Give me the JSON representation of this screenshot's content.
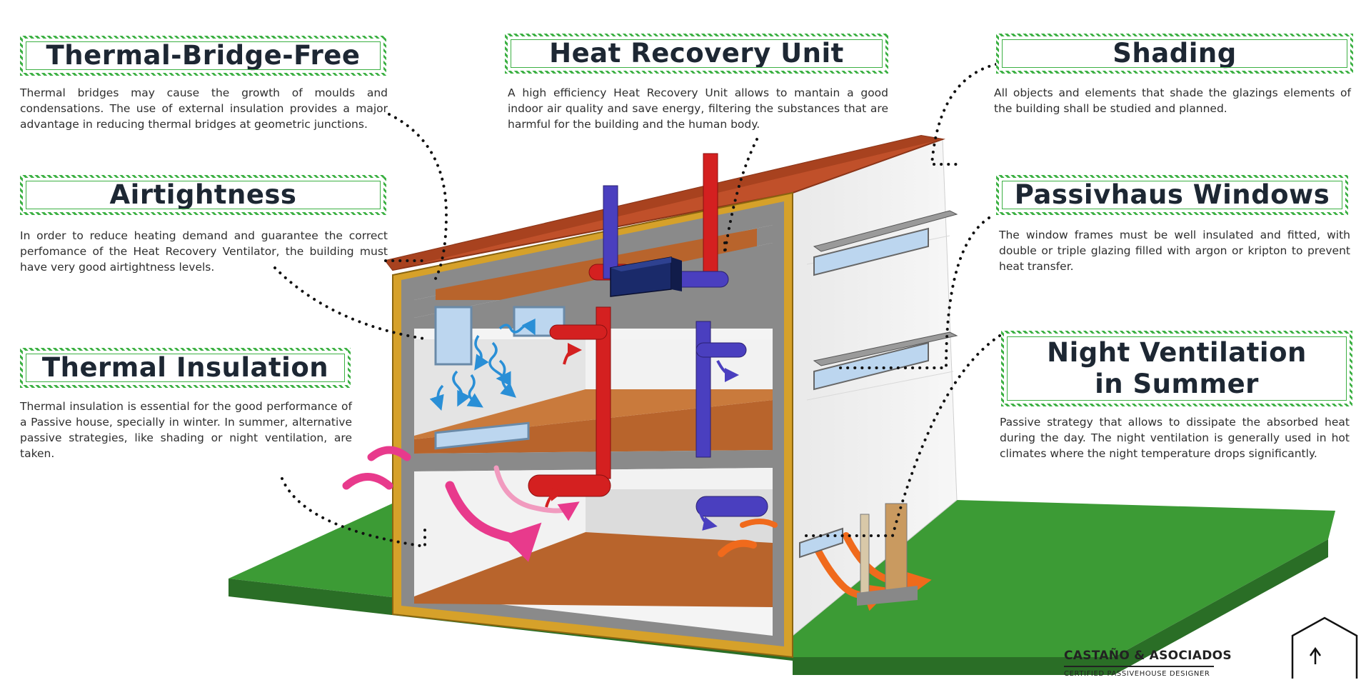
{
  "labels": {
    "thermal_bridge": {
      "title": "Thermal-Bridge-Free",
      "text": "Thermal bridges may cause the growth of moulds and condensations. The use of external insulation provides a major advantage in reducing thermal bridges at geometric junctions."
    },
    "airtightness": {
      "title": "Airtightness",
      "text": "In order to reduce heating demand and guarantee the correct perfomance of the Heat Recovery Ventilator, the building must have very good airtightness levels."
    },
    "thermal_insulation": {
      "title": "Thermal Insulation",
      "text": "Thermal insulation is essential for the good performance of a Passive house, specially in winter. In summer, alternative passive strategies, like shading or night ventilation, are taken."
    },
    "heat_recovery": {
      "title": "Heat Recovery Unit",
      "text": "A high efficiency Heat Recovery Unit allows to mantain a good indoor air quality and save energy, filtering the substances that are harmful for the building and the human body."
    },
    "shading": {
      "title": "Shading",
      "text": "All objects and elements that shade the glazings elements of the building shall be studied and planned."
    },
    "windows": {
      "title": "Passivhaus Windows",
      "text": "The window frames must be well insulated and fitted, with double or triple glazing filled with argon or kripton to prevent heat transfer."
    },
    "night_vent": {
      "title_line1": "Night Ventilation",
      "title_line2": "in Summer",
      "text": "Passive strategy that allows to dissipate the absorbed heat during the day. The night ventilation is generally used in hot climates where the night temperature drops significantly."
    }
  },
  "logo": {
    "name": "CASTAÑO & ASOCIADOS",
    "tagline": "CERTIFIED PASSIVEHOUSE DESIGNER",
    "icon": "house-up-arrow-icon"
  },
  "colors": {
    "frame_green": "#3cb043",
    "grass": "#3c9b35",
    "roof": "#c0502a",
    "insulation": "#d6a12a",
    "wall": "#8a8a8a",
    "floor": "#b8642c",
    "hot_pipe": "#d42020",
    "cold_pipe": "#4a3fbf",
    "hru_box": "#1a2a6a",
    "airflow_blue": "#2a8fd6",
    "airflow_pink": "#e83a8c",
    "airflow_orange": "#f06a1c"
  }
}
